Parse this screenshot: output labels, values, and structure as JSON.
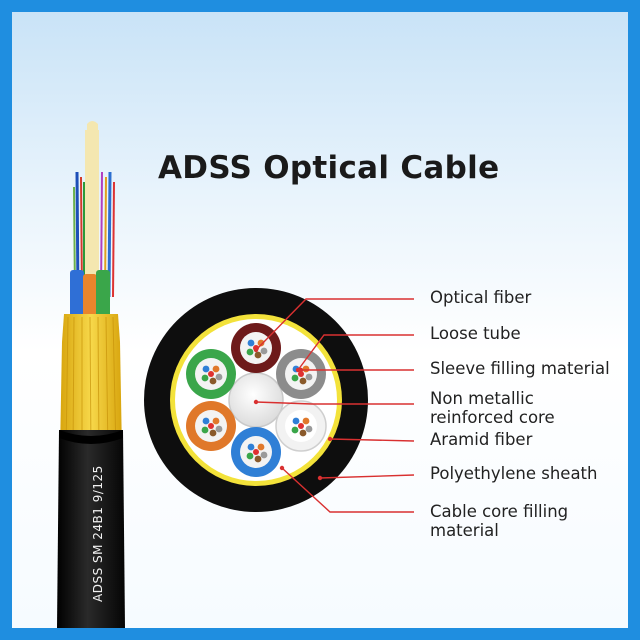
{
  "title": "ADSS Optical Cable",
  "cable_print": "ADSS SM 24B1 9/125",
  "labels": {
    "optical_fiber": "Optical fiber",
    "loose_tube": "Loose tube",
    "sleeve_filling": "Sleeve filling material",
    "core_line1": "Non metallic",
    "core_line2": "reinforced core",
    "aramid": "Aramid fiber",
    "sheath": "Polyethylene sheath",
    "filling_line1": "Cable core filling",
    "filling_line2": "material"
  },
  "colors": {
    "frame": "#1f8ee0",
    "callout_line": "#d93030",
    "sheath": "#111111",
    "aramid": "#f3e23a",
    "tube_brown": "#6e1a1a",
    "tube_gray": "#8c8c8c",
    "tube_white": "#f0f0f0",
    "tube_blue": "#2f7fd6",
    "tube_orange": "#e0782a",
    "tube_green": "#3aa64a"
  }
}
